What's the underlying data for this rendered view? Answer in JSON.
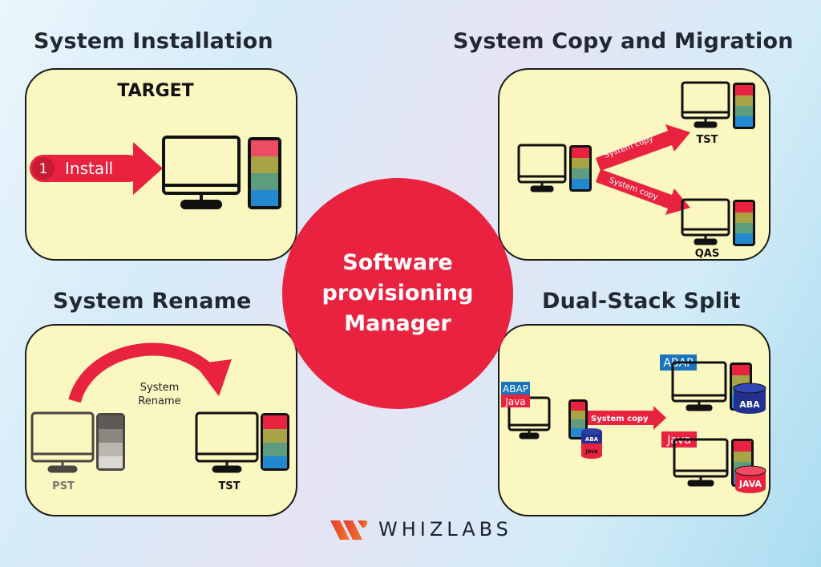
{
  "center": {
    "line1": "Software",
    "line2": "provisioning",
    "line3": "Manager",
    "color": "#e8223f"
  },
  "panels": {
    "installation": {
      "heading": "System Installation",
      "target_label": "TARGET",
      "step_number": "1",
      "step_label": "Install"
    },
    "copy_migration": {
      "heading": "System Copy and Migration",
      "arrow_top_label": "System copy",
      "arrow_bottom_label": "System copy",
      "target_top_label": "TST",
      "target_bottom_label": "QAS"
    },
    "rename": {
      "heading": "System Rename",
      "arrow_label_line1": "System",
      "arrow_label_line2": "Rename",
      "source_label": "PST",
      "target_label": "TST"
    },
    "dual_stack": {
      "heading": "Dual-Stack Split",
      "source_tag_abap": "ABAP",
      "source_tag_java": "Java",
      "source_db_top": "ABA",
      "source_db_bottom": "JAVA",
      "arrow_label": "System copy",
      "target_top_tag": "ABAP",
      "target_top_db": "ABA",
      "target_bottom_tag": "Java",
      "target_bottom_db": "JAVA"
    }
  },
  "colors": {
    "panel_bg": "#fbf7c0",
    "arrow_red": "#e8223f",
    "abap_blue": "#1a75bb",
    "db_navy": "#23308f",
    "tower": [
      "#e8223f",
      "#a8a445",
      "#5d9c7f",
      "#2288d0"
    ],
    "tower_gray": [
      "#5f5a55",
      "#8a8680",
      "#bab5ae",
      "#d9d8d2"
    ]
  },
  "logo": {
    "brand": "WHIZLABS"
  }
}
